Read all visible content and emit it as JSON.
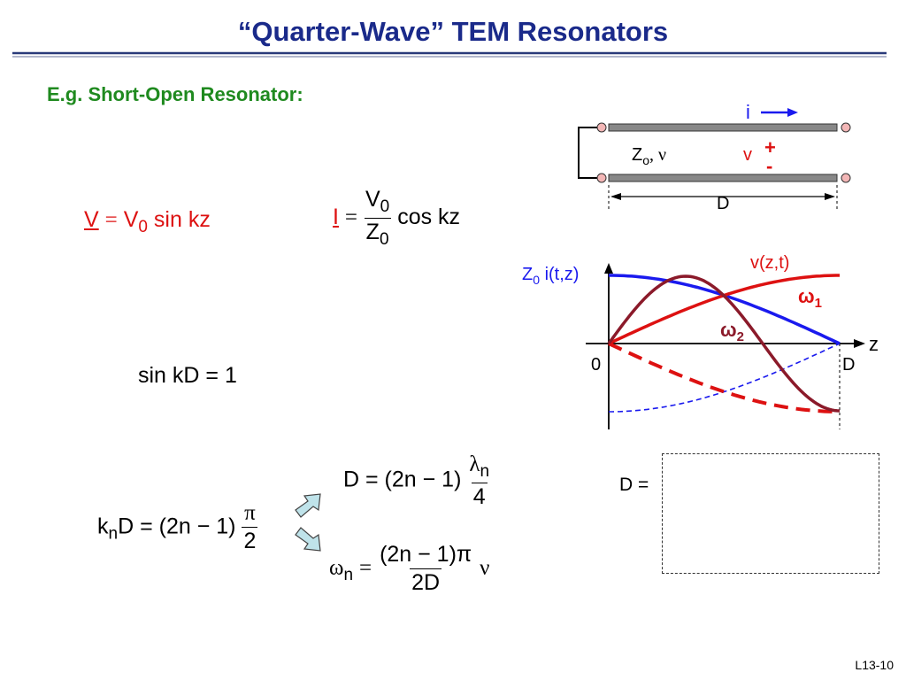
{
  "slide": {
    "title": "“Quarter-Wave” TEM Resonators",
    "subtitle": "E.g. Short-Open Resonator:",
    "footer": "L13-10"
  },
  "equations": {
    "voltage": {
      "lhs": "V",
      "eq": "=",
      "v0": "V",
      "sub0": "0",
      "rhs": "sin kz"
    },
    "current": {
      "lhs": "I",
      "eq": "=",
      "num": "V",
      "num_sub": "0",
      "den": "Z",
      "den_sub": "0",
      "rhs": "cos kz"
    },
    "resonance": {
      "text": "sin kD = 1"
    },
    "kn": {
      "k": "k",
      "sub": "n",
      "mid": "D = (2n − 1)",
      "num": "π",
      "den": "2"
    },
    "length": {
      "lhs": "D = (2n − 1)",
      "num_sym": "λ",
      "num_sub": "n",
      "den": "4"
    },
    "freq": {
      "lhs": "ω",
      "lhs_sub": "n",
      "eq": "=",
      "num": "(2n − 1)π",
      "den": "2D",
      "rhs": "ν"
    },
    "answer_label": "D ="
  },
  "line_diagram": {
    "current_label": "i",
    "impedance_label": "Z",
    "impedance_sub": "o",
    "velocity_label": ", ν",
    "voltage_label": "v",
    "plus": "+",
    "minus": "-",
    "length_label": "D"
  },
  "plot": {
    "v_label": "v(z,t)",
    "i_label_z": "Z",
    "i_label_sub": "0",
    "i_label_rest": " i(t,z)",
    "omega1": "ω",
    "omega1_sub": "1",
    "omega2": "ω",
    "omega2_sub": "2",
    "axis_z": "z",
    "origin": "0",
    "end": "D"
  },
  "colors": {
    "title": "#1a2a8a",
    "subtitle": "#1f8a1f",
    "red": "#dd1111",
    "dark_red": "#8b1a2a",
    "blue": "#1a1aee"
  }
}
